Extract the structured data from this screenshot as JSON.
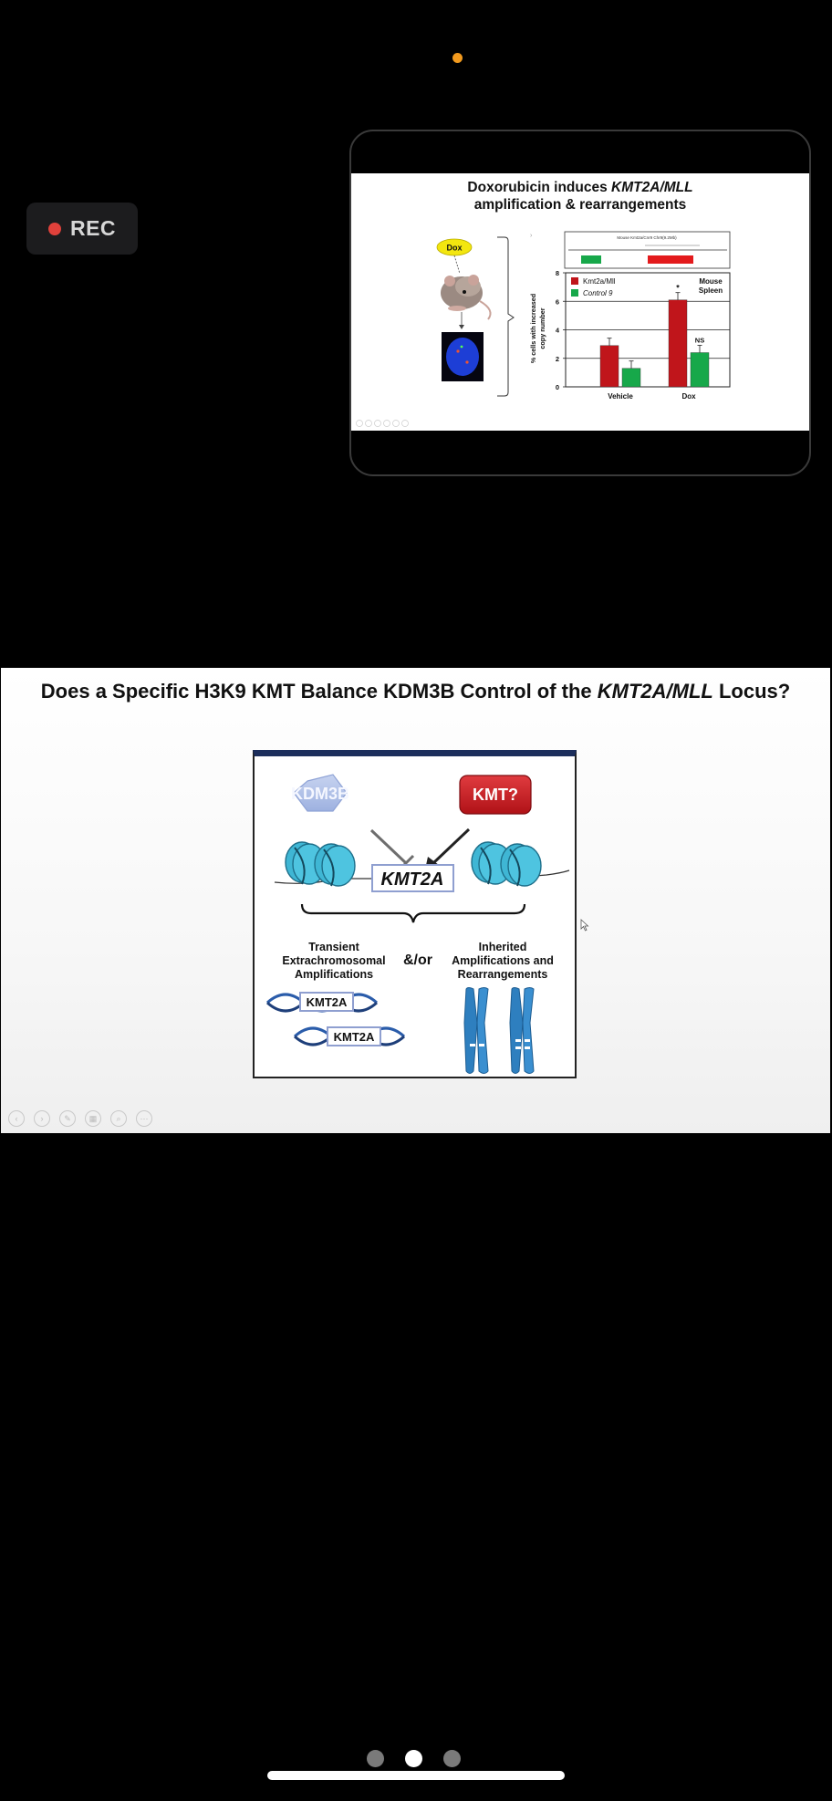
{
  "rec": {
    "label": "REC"
  },
  "pip_slide": {
    "title_plain": "Doxorubicin induces ",
    "title_italic": "KMT2A/MLL",
    "title_line2": "amplification & rearrangements",
    "dox_label": "Dox",
    "inset_title": "Mouse Kmt2a/Cnr9 Chr9(9.2Mb)",
    "chart_data": {
      "type": "bar",
      "categories": [
        "Vehicle",
        "Dox"
      ],
      "series": [
        {
          "name": "Kmt2a/Mll",
          "values": [
            2.9,
            6.1
          ],
          "color": "#c0151b"
        },
        {
          "name": "Control 9",
          "values": [
            1.3,
            2.4
          ],
          "color": "#17a84a"
        }
      ],
      "ylabel": "% cells with increased copy number",
      "ylim": [
        0,
        8
      ],
      "yticks": [
        "0",
        "2",
        "4",
        "6",
        "8"
      ],
      "grid": true,
      "annotation_box": "Mouse Spleen",
      "significance": [
        "*",
        "NS"
      ]
    }
  },
  "main_slide": {
    "title_plain": "Does a Specific H3K9 KMT Balance KDM3B Control of the ",
    "title_italic": "KMT2A/MLL",
    "title_end": " Locus?",
    "kdm3b": "KDM3B",
    "kmt": "KMT?",
    "locus": "KMT2A",
    "left_caption": [
      "Transient",
      "Extrachromosomal",
      "Amplifications"
    ],
    "andor": "&/or",
    "right_caption": [
      "Inherited",
      "Amplifications and",
      "Rearrangements"
    ],
    "dna_label_1": "KMT2A",
    "dna_label_2": "KMT2A",
    "colors": {
      "kdm3b": "#aebfe4",
      "kmt": "#c8161d",
      "nucleosome": "#3fb6d4",
      "chromosome": "#2e7fbf"
    }
  }
}
